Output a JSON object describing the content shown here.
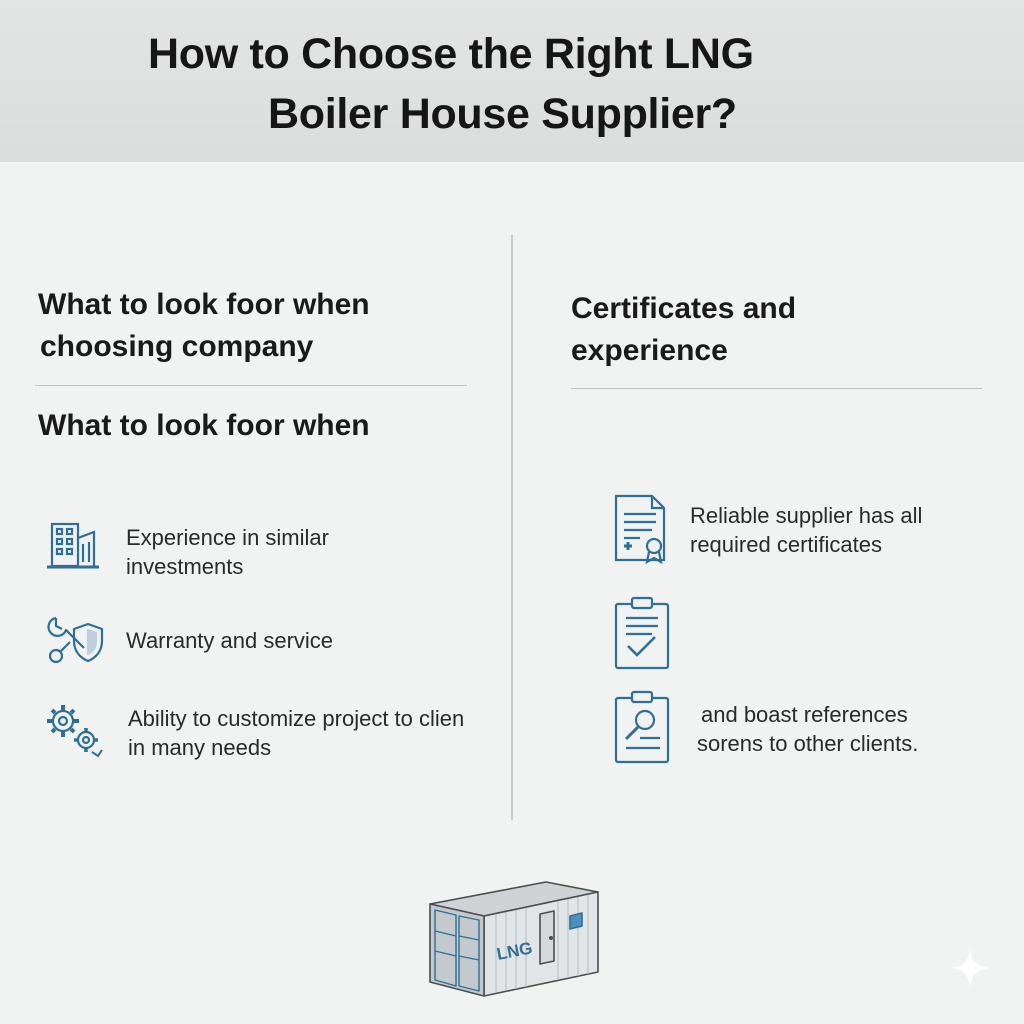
{
  "header": {
    "title_line1": "How to Choose the Right LNG",
    "title_line2": "Boiler House Supplier?"
  },
  "left": {
    "heading_line1": "What to look foor when",
    "heading_line2": "choosing company",
    "subheading": "What to look foor when",
    "items": [
      {
        "icon": "building-icon",
        "line1": "Experience in similar",
        "line2": "investments"
      },
      {
        "icon": "wrench-shield-icon",
        "line1": "Warranty and service",
        "line2": ""
      },
      {
        "icon": "gears-icon",
        "line1": "Ability to customize project to clien",
        "line2": "in many needs"
      }
    ]
  },
  "right": {
    "heading_line1": "Certificates and",
    "heading_line2": "experience",
    "items": [
      {
        "icon": "certificate-icon",
        "line1": "Reliable supplier has all",
        "line2": "required certificates"
      },
      {
        "icon": "clipboard-check-icon",
        "line1": "",
        "line2": ""
      },
      {
        "icon": "clipboard-magnifier-icon",
        "line1": "and boast references",
        "line2": "sorens to other clients."
      }
    ]
  },
  "illustration": {
    "container_label": "LNG"
  },
  "colors": {
    "icon_blue": "#2f6f96",
    "header_bg": "#dedfdf",
    "page_bg": "#f1f2f2"
  }
}
